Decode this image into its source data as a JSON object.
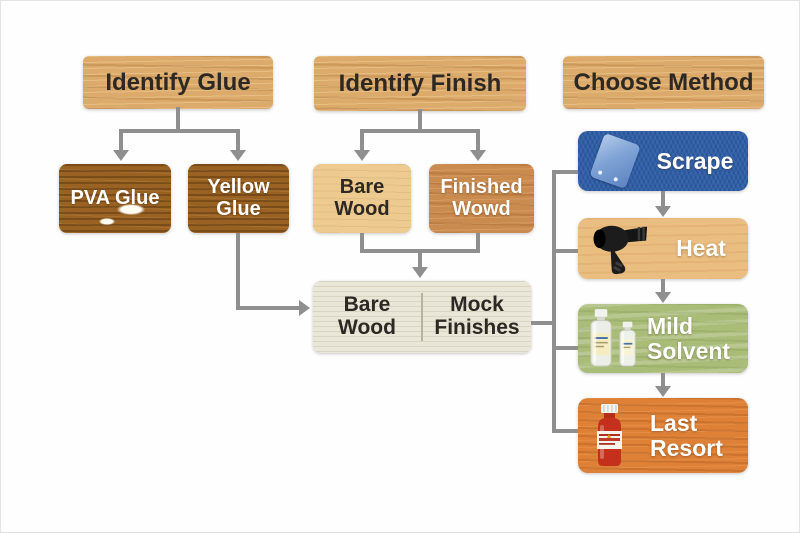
{
  "canvas": {
    "background": "#fefefe",
    "connector_color": "#8f8f8f"
  },
  "headers": {
    "glue": {
      "label": "Identify Glue"
    },
    "finish": {
      "label": "Identify Finish"
    },
    "method": {
      "label": "Choose Method"
    }
  },
  "nodes": {
    "pva": {
      "label": "PVA Glue"
    },
    "yellow": {
      "label": "Yellow Glue"
    },
    "bare": {
      "label": "Bare Wood"
    },
    "finished": {
      "label": "Finished Wowd"
    },
    "combo": {
      "left": "Bare Wood",
      "right": "Mock Finishes"
    }
  },
  "methods": [
    {
      "label": "Scrape",
      "icon": "scraper-icon",
      "color": "#2e5fa8"
    },
    {
      "label": "Heat",
      "icon": "heat-gun-icon",
      "color": "#e9bc80"
    },
    {
      "label": "Mild Solvent",
      "icon": "solvent-bottles-icon",
      "color": "#a9bd79"
    },
    {
      "label": "Last Resort",
      "icon": "red-bottle-icon",
      "color": "#de8137"
    }
  ],
  "colors": {
    "header_wood": "#dcab6b",
    "dark_wood": "#9a6222",
    "bare_wood": "#ecca90",
    "finished_wood": "#ca8b4f",
    "cream_wood": "#eae7d8",
    "text_dark": "#2d2824",
    "text_light": "#ffffff"
  }
}
